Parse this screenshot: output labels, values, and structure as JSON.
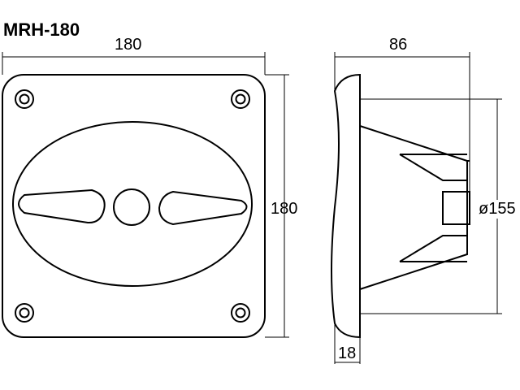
{
  "model": "MRH-180",
  "dimensions": {
    "front_width": "180",
    "front_height": "180",
    "side_depth": "86",
    "horn_diameter": "ø155",
    "flange_thickness": "18"
  },
  "colors": {
    "line": "#000000",
    "background": "#ffffff"
  }
}
